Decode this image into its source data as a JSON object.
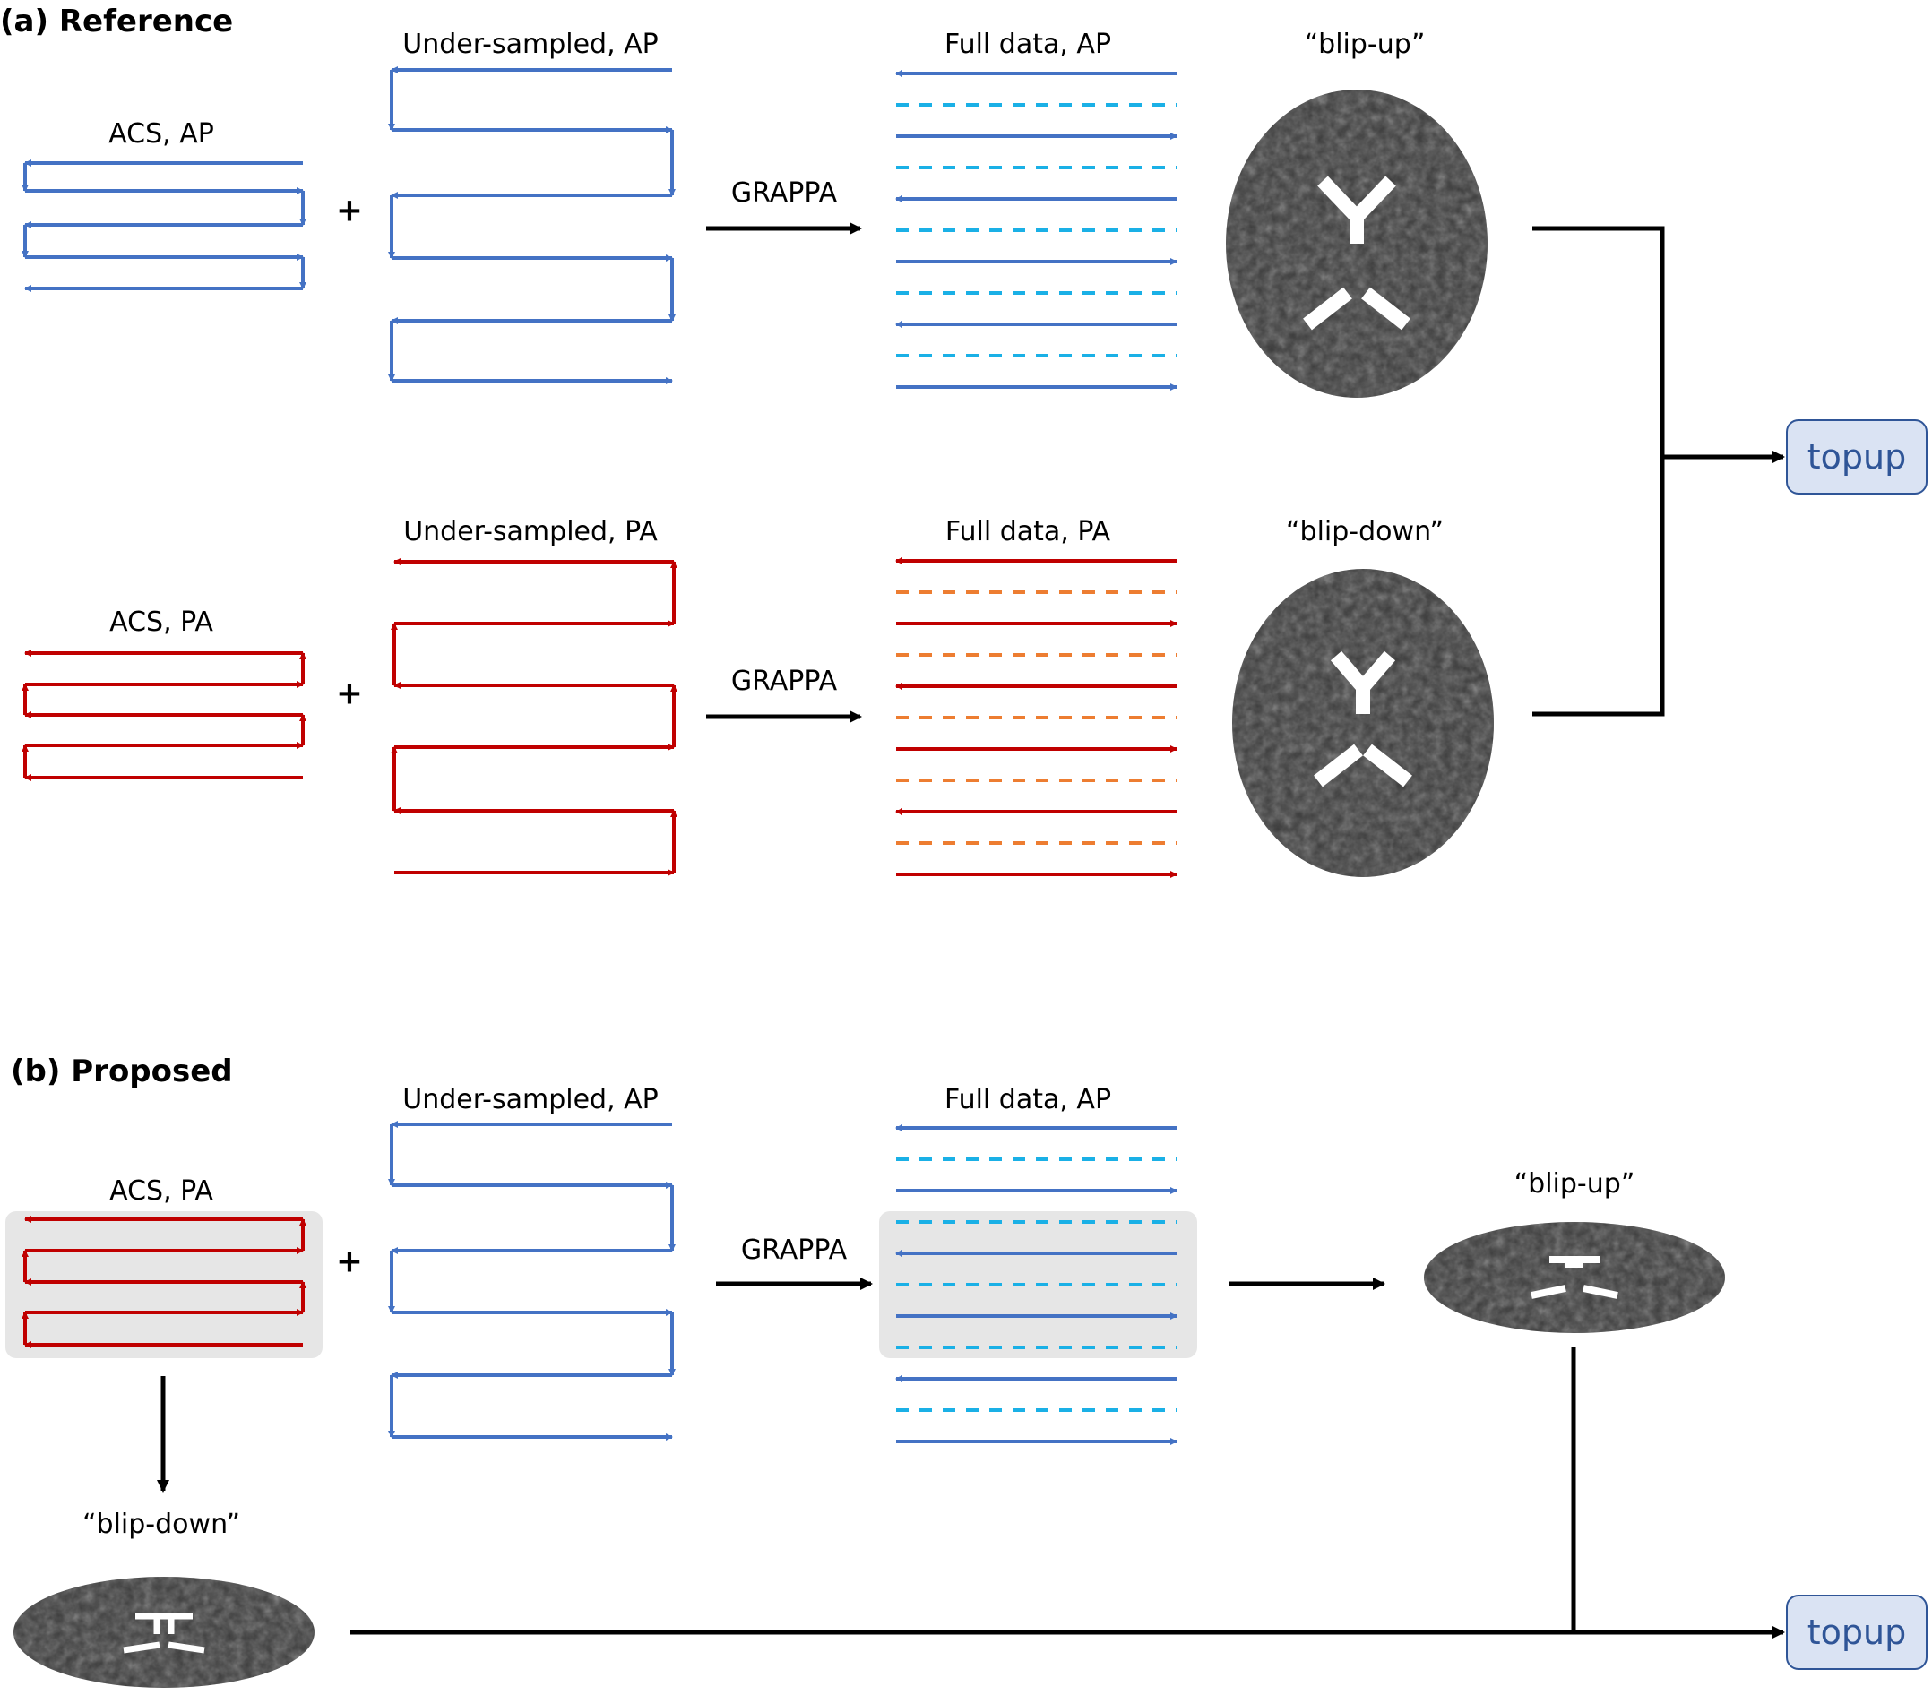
{
  "colors": {
    "ap_line": "#4472c4",
    "ap_dashed": "#1ab0e6",
    "pa_line": "#c00000",
    "pa_dashed": "#ed7d31",
    "highlight_bg": "#e6e6e6",
    "topup_fill": "#dae3f3",
    "topup_border": "#2f5597",
    "arrow": "#000000"
  },
  "section_a": {
    "title": "(a) Reference",
    "acs_ap_label": "ACS, AP",
    "under_ap_label": "Under-sampled, AP",
    "grappa_ap_label": "GRAPPA",
    "full_ap_label": "Full data, AP",
    "blip_up_label": "“blip-up”",
    "acs_pa_label": "ACS, PA",
    "under_pa_label": "Under-sampled, PA",
    "grappa_pa_label": "GRAPPA",
    "full_pa_label": "Full data, PA",
    "blip_down_label": "“blip-down”",
    "plus": "+",
    "topup_label": "topup"
  },
  "section_b": {
    "title": "(b) Proposed",
    "acs_pa_label": "ACS, PA",
    "under_ap_label": "Under-sampled, AP",
    "grappa_label": "GRAPPA",
    "full_ap_label": "Full data, AP",
    "blip_up_label": "“blip-up”",
    "blip_down_label": "“blip-down”",
    "plus": "+",
    "topup_label": "topup"
  }
}
